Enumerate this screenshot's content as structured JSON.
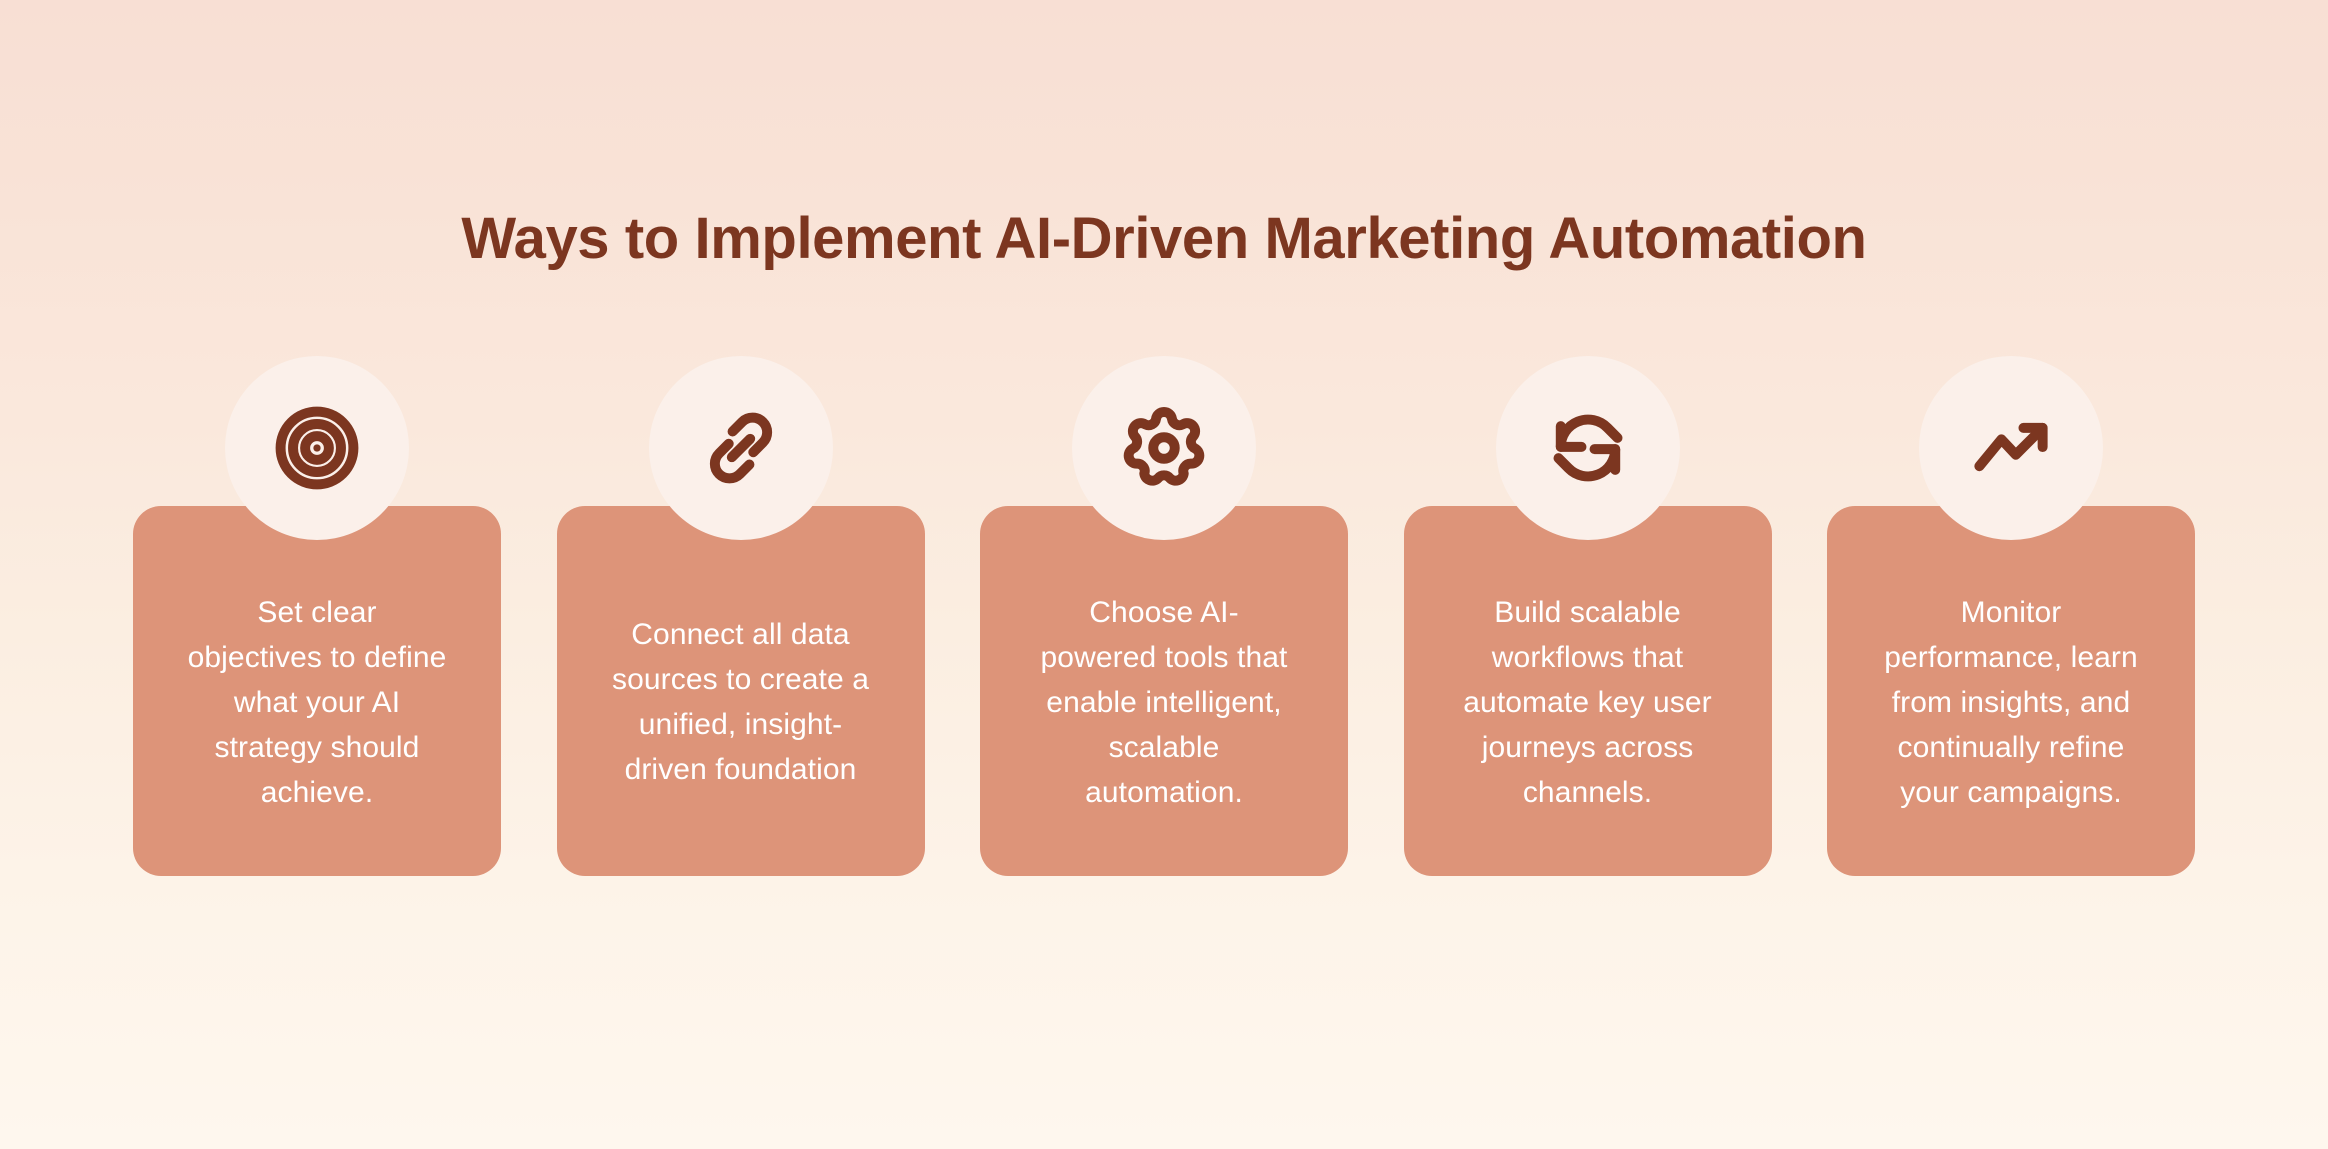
{
  "header": {
    "title": "Ways to Implement AI-Driven Marketing Automation"
  },
  "colors": {
    "background_top": "#f8dfd4",
    "background_bottom": "#fef7ee",
    "card_fill": "#dd9479",
    "icon_bubble_fill": "#fbf0ea",
    "icon_stroke": "#7c3620",
    "title_text": "#7c3620",
    "card_text": "#ffffff"
  },
  "cards": [
    {
      "icon": "target-icon",
      "text": "Set clear objectives to define what your AI strategy should achieve."
    },
    {
      "icon": "link-icon",
      "text": "Connect all data sources to create a unified, insight-driven foundation"
    },
    {
      "icon": "gear-icon",
      "text": "Choose AI-powered tools that enable intelligent, scalable automation."
    },
    {
      "icon": "refresh-icon",
      "text": "Build scalable workflows that automate key user journeys across channels."
    },
    {
      "icon": "trending-up-icon",
      "text": "Monitor performance, learn from insights, and continually refine your campaigns."
    }
  ]
}
